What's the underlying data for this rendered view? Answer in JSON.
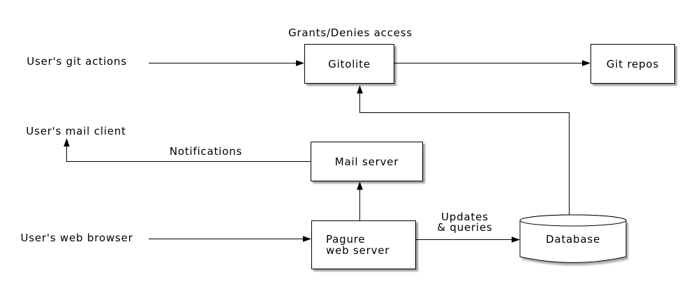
{
  "nodes": {
    "gitolite": {
      "label": "Gitolite"
    },
    "git_repos": {
      "label": "Git repos"
    },
    "mail_server": {
      "label": "Mail server"
    },
    "pagure_web_server": {
      "lines": [
        "Pagure",
        "web server"
      ]
    },
    "database": {
      "label": "Database"
    }
  },
  "external_labels": {
    "git_actions": "User's git actions",
    "mail_client": "User's mail client",
    "web_browser": "User's web browser"
  },
  "edge_labels": {
    "access": "Grants/Denies access",
    "notifications": "Notifications",
    "updates": [
      "Updates",
      "& queries"
    ]
  },
  "colors": {
    "line": "#000000",
    "node_border": "#000000",
    "node_fill": "#ffffff",
    "background": "#ffffff",
    "shadow": "#aaaaaa"
  }
}
